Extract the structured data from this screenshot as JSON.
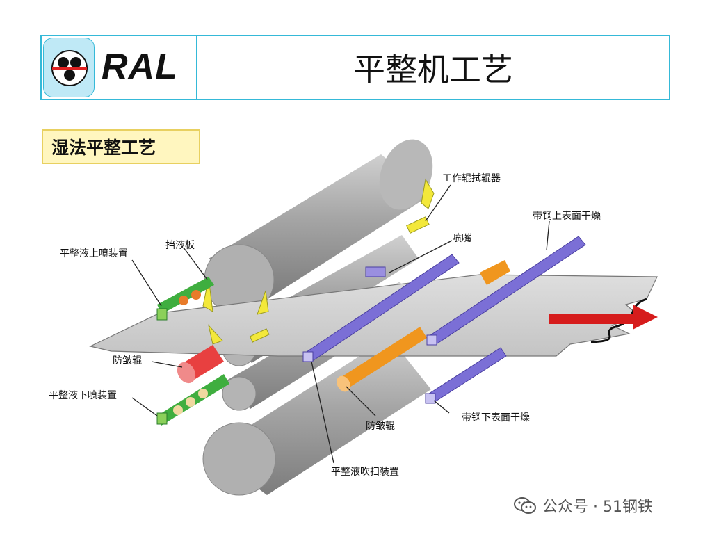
{
  "header": {
    "logo_text": "RAL",
    "title": "平整机工艺"
  },
  "subtitle": "湿法平整工艺",
  "labels": {
    "work_roll_wiper": "工作辊拭辊器",
    "strip_top_dry": "带钢上表面干燥",
    "nozzle": "喷嘴",
    "splash_board": "挡液板",
    "upper_spray": "平整液上喷装置",
    "anti_wrinkle_left": "防皱辊",
    "lower_spray": "平整液下喷装置",
    "anti_wrinkle_right": "防皱辊",
    "strip_bottom_dry": "带钢下表面干燥",
    "blow_device": "平整液吹扫装置"
  },
  "watermark": "公众号 · 51钢铁",
  "colors": {
    "frame": "#35b9d8",
    "roll": "#a8a8a8",
    "bar": "#7b6fd6",
    "spray": "#3fae3f",
    "red_roll": "#e84040",
    "orange_roll": "#f0961e",
    "arrow": "#d61c1c"
  }
}
